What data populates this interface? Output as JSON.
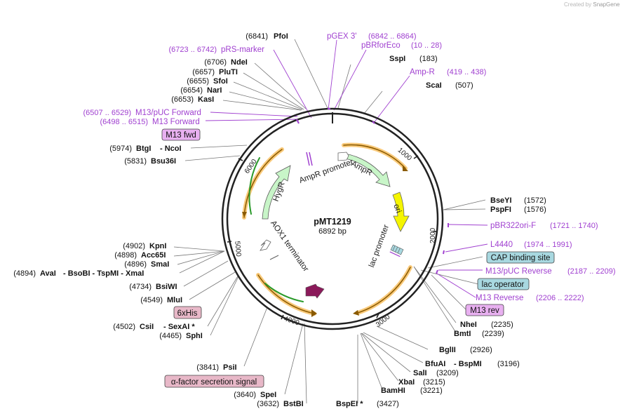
{
  "watermark": {
    "prefix": "Created by",
    "brand": "SnapGene"
  },
  "plasmid": {
    "name": "pMT1219",
    "length_label": "6892 bp"
  },
  "tick_marks": [
    "1000",
    "2000",
    "3000",
    "4000",
    "5000",
    "6000"
  ],
  "features_on_map": {
    "ampr": "AmpR",
    "ampr_promoter": "AmpR promoter",
    "ori": "ori",
    "lac_promoter": "lac promoter",
    "hygr": "HygR",
    "aox1": "AOX1 terminator"
  },
  "sites": {
    "pfoi": {
      "pos": "(6841)",
      "name": "PfoI"
    },
    "ndei": {
      "pos": "(6706)",
      "name": "NdeI"
    },
    "pluti": {
      "pos": "(6657)",
      "name": "PluTI"
    },
    "sfoi": {
      "pos": "(6655)",
      "name": "SfoI"
    },
    "nari": {
      "pos": "(6654)",
      "name": "NarI"
    },
    "kasi": {
      "pos": "(6653)",
      "name": "KasI"
    },
    "btgi": {
      "pos": "(5974)",
      "name": "BtgI",
      "extra": "-  NcoI"
    },
    "bsu36i": {
      "pos": "(5831)",
      "name": "Bsu36I"
    },
    "kpni": {
      "pos": "(4902)",
      "name": "KpnI"
    },
    "acc65i": {
      "pos": "(4898)",
      "name": "Acc65I"
    },
    "smai": {
      "pos": "(4896)",
      "name": "SmaI"
    },
    "avai": {
      "pos": "(4894)",
      "name": "AvaI",
      "extra": "-  BsoBI  -  TspMI  -  XmaI"
    },
    "bsiwi": {
      "pos": "(4734)",
      "name": "BsiWI"
    },
    "mlui": {
      "pos": "(4549)",
      "name": "MluI"
    },
    "csii": {
      "pos": "(4502)",
      "name": "CsiI",
      "extra": "-  SexAI *"
    },
    "sphi": {
      "pos": "(4465)",
      "name": "SphI"
    },
    "psii": {
      "pos": "(3841)",
      "name": "PsiI"
    },
    "spei": {
      "pos": "(3640)",
      "name": "SpeI"
    },
    "bstbi": {
      "pos": "(3632)",
      "name": "BstBI"
    },
    "sspi": {
      "pos": "(183)",
      "name": "SspI"
    },
    "scai": {
      "pos": "(507)",
      "name": "ScaI"
    },
    "bseyi": {
      "pos": "(1572)",
      "name": "BseYI"
    },
    "pspfi": {
      "pos": "(1576)",
      "name": "PspFI"
    },
    "nhei": {
      "pos": "(2235)",
      "name": "NheI"
    },
    "bmti": {
      "pos": "(2239)",
      "name": "BmtI"
    },
    "bglii": {
      "pos": "(2926)",
      "name": "BglII"
    },
    "bfuai": {
      "pos": "(3196)",
      "name": "BfuAI",
      "extra": "-  BspMI"
    },
    "sali": {
      "pos": "(3209)",
      "name": "SalI"
    },
    "xbai": {
      "pos": "(3215)",
      "name": "XbaI"
    },
    "bamhi": {
      "pos": "(3221)",
      "name": "BamHI"
    },
    "bspei": {
      "pos": "(3427)",
      "name": "BspEI *"
    }
  },
  "primers": {
    "pgex3": {
      "name": "pGEX 3'",
      "range": "(6842 .. 6864)"
    },
    "pbrforeco": {
      "name": "pBRforEco",
      "range": "(10 .. 28)"
    },
    "ampr_p": {
      "name": "Amp-R",
      "range": "(419 .. 438)"
    },
    "prs": {
      "name": "pRS-marker",
      "range": "(6723 .. 6742)"
    },
    "m13puc_f": {
      "name": "M13/pUC Forward",
      "range": "(6507 .. 6529)"
    },
    "m13_f": {
      "name": "M13 Forward",
      "range": "(6498 .. 6515)"
    },
    "pbr322": {
      "name": "pBR322ori-F",
      "range": "(1721 .. 1740)"
    },
    "l4440": {
      "name": "L4440",
      "range": "(1974 .. 1991)"
    },
    "m13puc_r": {
      "name": "M13/pUC Reverse",
      "range": "(2187 .. 2209)"
    },
    "m13_r": {
      "name": "M13 Reverse",
      "range": "(2206 .. 2222)"
    }
  },
  "boxes": {
    "m13fwd": "M13 fwd",
    "cap": "CAP binding site",
    "lacop": "lac operator",
    "m13rev": "M13 rev",
    "his": "6xHis",
    "alpha": "α-factor secretion signal"
  },
  "colors": {
    "primer": "#a040d0",
    "ampr_fill": "#c8f5c8",
    "ori_fill": "#f5f500",
    "orange_track": "#f5a623",
    "promoter_dark": "#8b1a5a",
    "m13_box": "#e8b0f0",
    "blue_box": "#a8d8e0",
    "pink_box": "#e8b8c8"
  }
}
